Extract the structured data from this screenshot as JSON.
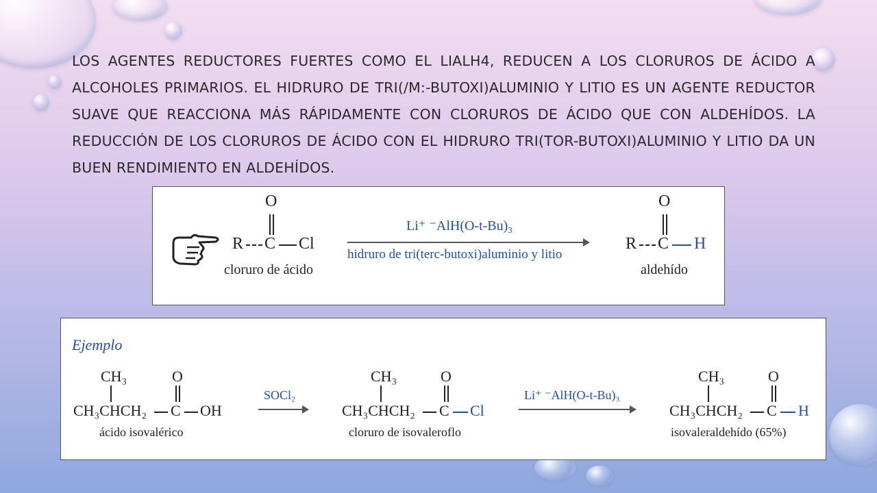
{
  "intro_text": "Los agentes reductores fuertes como el LiAlH4, reducen a los cloruros de ácido a alcoholes primarios. El hidruro de tri(/m:-butoxi)aluminio y litio es un agente reductor suave que reacciona más rápidamente con cloruros de ácido que con aldehídos. La reducción de los cloruros de ácido con el hidruro tri(tor-butoxi)aluminio y litio da un buen rendimiento en aldehídos.",
  "top_scheme": {
    "reactant": {
      "oxygen": "O",
      "r": "R",
      "c": "C",
      "cl": "Cl",
      "label": "cloruro de ácido"
    },
    "reagent_above": "Li⁺ ⁻AlH(O-t-Bu)₃",
    "reagent_below": "hidruro de tri(terc-butoxi)aluminio y litio",
    "product": {
      "oxygen": "O",
      "r": "R",
      "c": "C",
      "h": "H",
      "label": "aldehído"
    },
    "pointer_icon": "pointing-hand-icon"
  },
  "example": {
    "heading": "Ejemplo",
    "acid": {
      "ch3": "CH₃",
      "oxygen": "O",
      "chain": "CH₃CHCH₂",
      "c": "C",
      "end": "OH",
      "label": "ácido isovalérico"
    },
    "reagent1": "SOCl₂",
    "chloride": {
      "ch3": "CH₃",
      "oxygen": "O",
      "chain": "CH₃CHCH₂",
      "c": "C",
      "end": "Cl",
      "label": "cloruro de isovaleroflo"
    },
    "reagent2": "Li⁺ ⁻AlH(O-t-Bu)₃",
    "aldehyde": {
      "ch3": "CH₃",
      "oxygen": "O",
      "chain": "CH₃CHCH₂",
      "c": "C",
      "end": "H",
      "label": "isovaleraldehído (65%)"
    }
  }
}
